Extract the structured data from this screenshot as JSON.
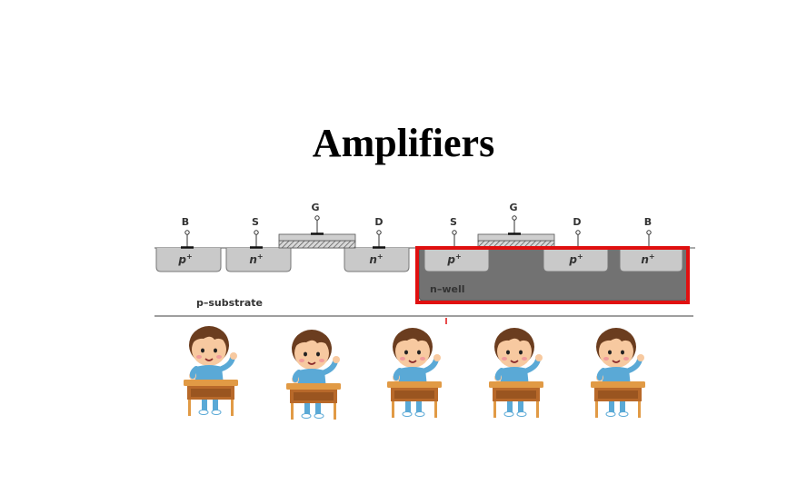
{
  "slide": {
    "title": "Amplifiers"
  },
  "nmos": {
    "terminals": {
      "bulk": "B",
      "source": "S",
      "gate": "G",
      "drain": "D"
    },
    "regions": {
      "bulk": "p+",
      "source": "n+",
      "drain": "n+"
    }
  },
  "pmos": {
    "terminals": {
      "source": "S",
      "gate": "G",
      "drain": "D",
      "bulk": "B"
    },
    "regions": {
      "source": "p+",
      "drain": "p+",
      "bulk": "n+"
    },
    "well_label": "n–well"
  },
  "substrate_label": "p–substrate",
  "highlight_color": "#e01010",
  "well_color": "#727272",
  "students": {
    "count": 5,
    "icon": "student-at-desk-icon"
  }
}
